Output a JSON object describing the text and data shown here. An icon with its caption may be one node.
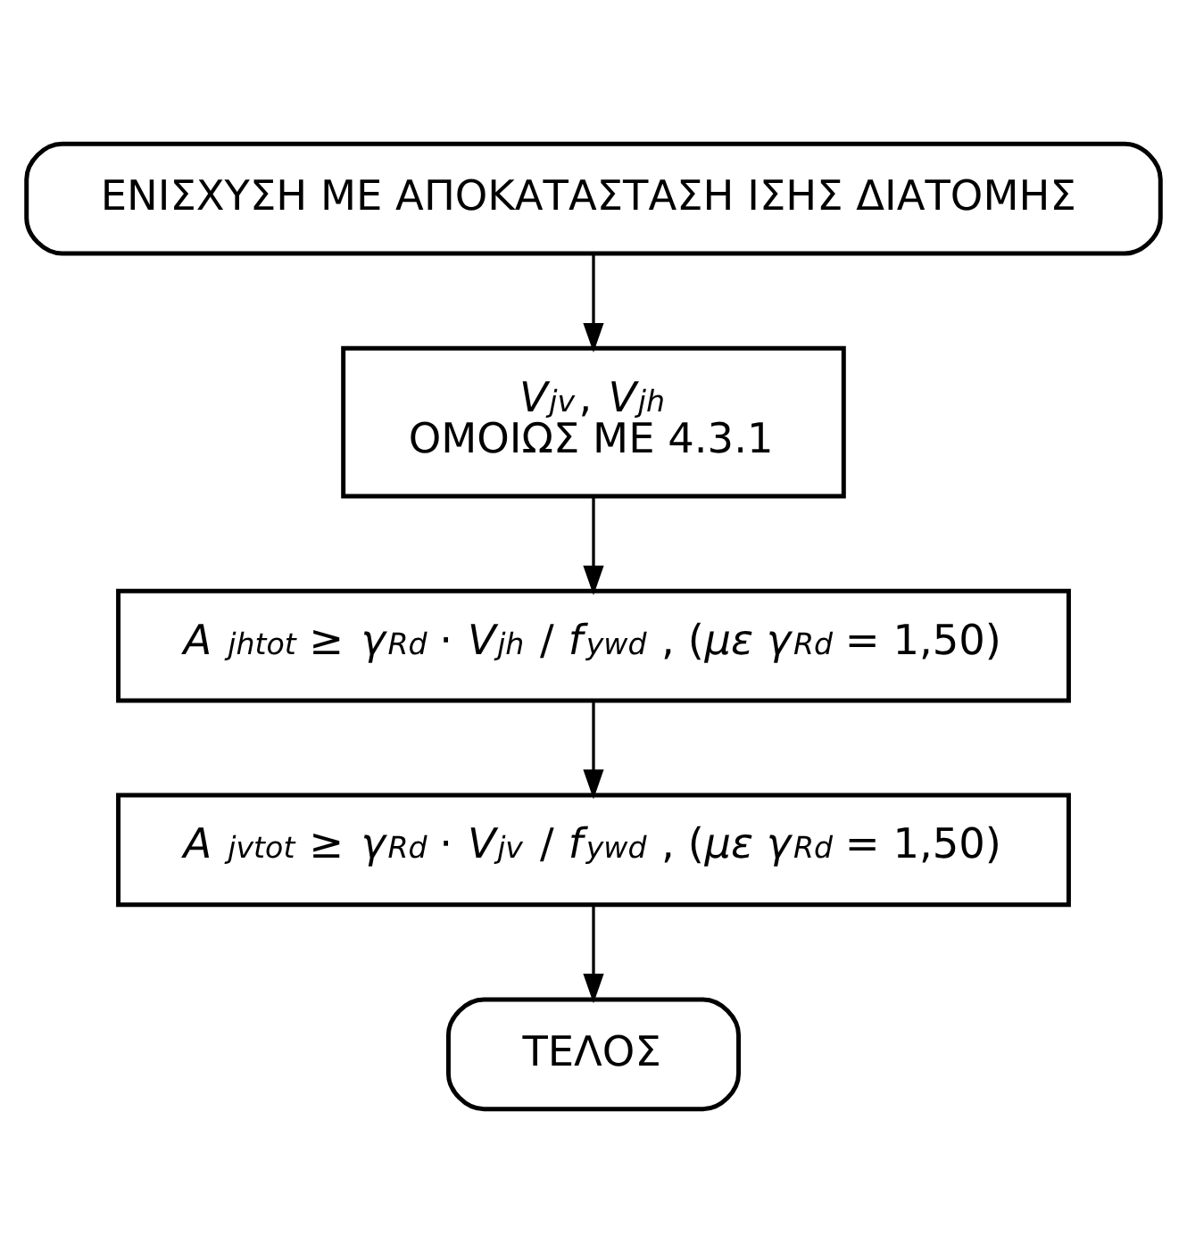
{
  "diagram": {
    "nodes": [
      {
        "text": [
          "ΕΝΙΣΧΥΣΗ ΜΕ ΑΠΟΚΑΤΑΣΤΑΣΗ ΙΣΗΣ ΔΙΑΤΟΜΗΣ"
        ]
      },
      {
        "text": [
          "*V*$_{jv}$, *V*$_{jh}$",
          "ΟΜΟΙΩΣ ΜΕ 4.3.1"
        ]
      },
      {
        "text": [
          "*A* $_{jhtot}$ ≥ *γ*$_{Rd}$ · *V*$_{jh}$ / *f*$_{ywd}$ , (*με γ*$_{Rd}$ = 1,50)"
        ]
      },
      {
        "text": [
          "*A* $_{jvtot}$ ≥ *γ*$_{Rd}$ · *V*$_{jv}$ / *f*$_{ywd}$ , (*με γ*$_{Rd}$ = 1,50)"
        ]
      },
      {
        "text": [
          "ΤΕΛΟΣ"
        ]
      }
    ],
    "edges": [
      {
        "from": 0,
        "to": 1,
        "arrow": "to"
      },
      {
        "from": 1,
        "to": 2,
        "arrow": "to"
      },
      {
        "from": 2,
        "to": 3,
        "arrow": "to"
      },
      {
        "from": 3,
        "to": 4,
        "arrow": "to"
      }
    ]
  }
}
